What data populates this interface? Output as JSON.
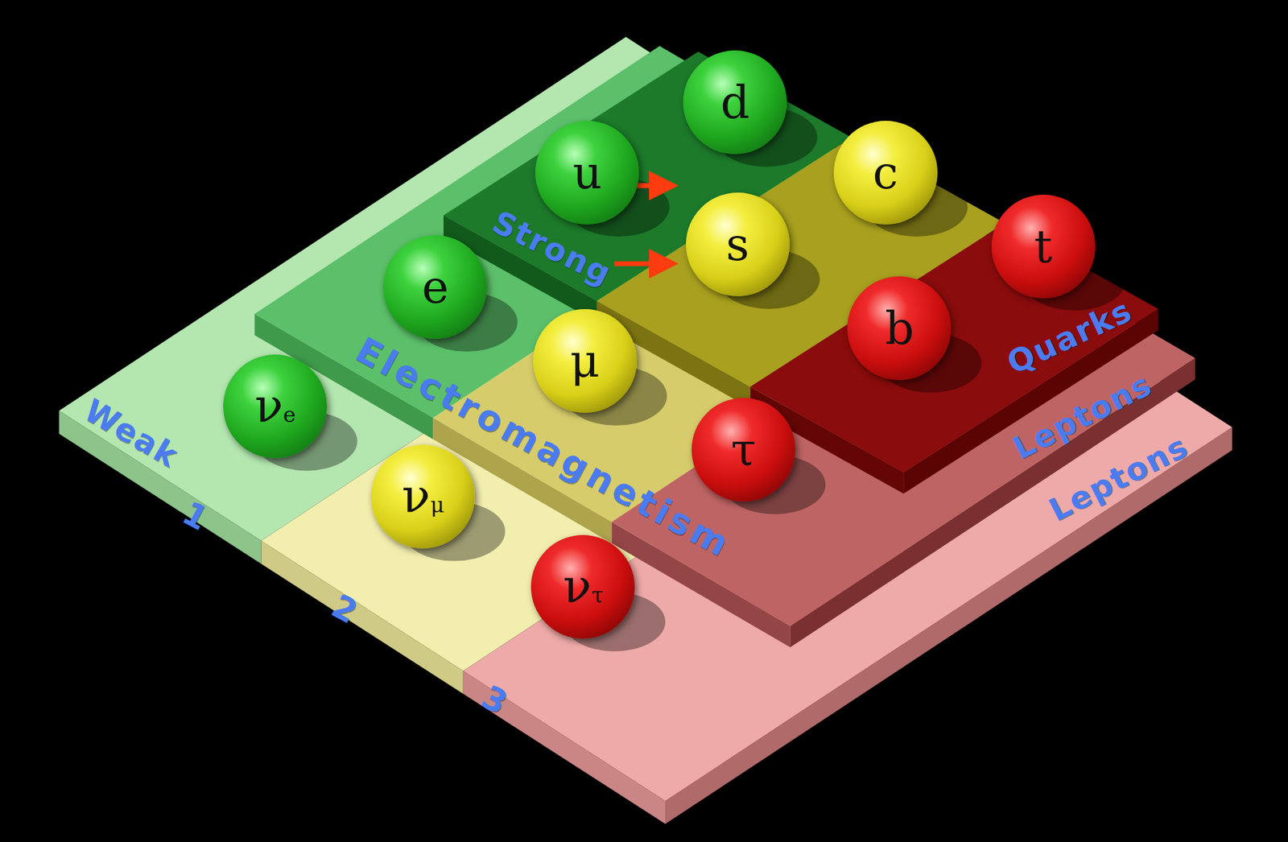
{
  "diagram": {
    "nodes": [
      {
        "text": [
          "d"
        ]
      },
      {
        "text": [
          "u"
        ]
      },
      {
        "text": [
          "c"
        ]
      },
      {
        "text": [
          "s"
        ]
      },
      {
        "text": [
          "t"
        ]
      },
      {
        "text": [
          "e"
        ]
      },
      {
        "text": [
          "b"
        ]
      },
      {
        "text": [
          "μ"
        ]
      },
      {
        "text": [
          "νe"
        ]
      },
      {
        "text": [
          "τ"
        ]
      },
      {
        "text": [
          "νμ"
        ]
      },
      {
        "text": [
          "ντ"
        ]
      }
    ],
    "labels": [
      "Strong",
      "Electromagnetism",
      "Weak",
      "Quarks",
      "Leptons",
      "Leptons",
      "1",
      "2",
      "3"
    ]
  }
}
